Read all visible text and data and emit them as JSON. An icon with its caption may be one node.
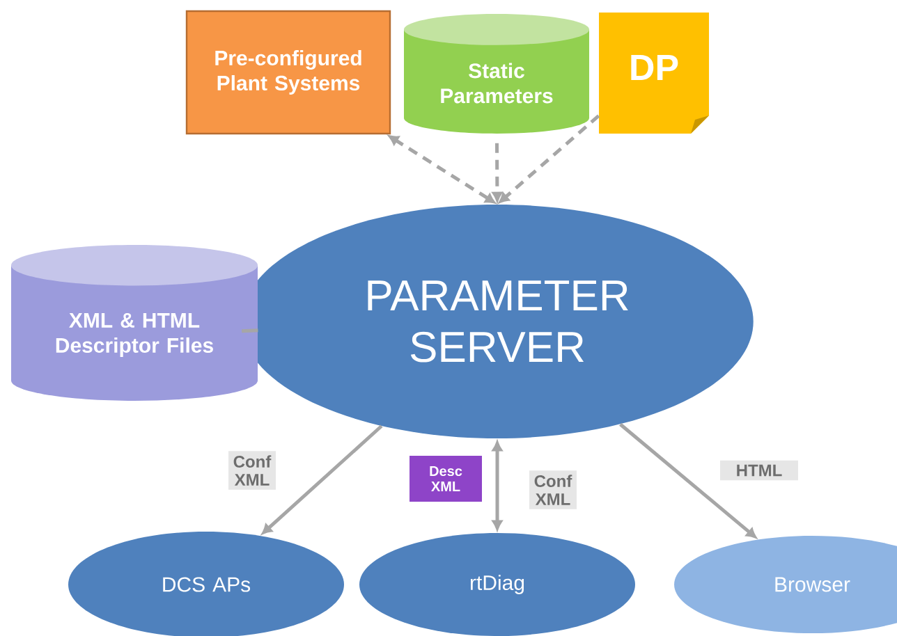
{
  "diagram": {
    "nodes": [
      {
        "text": [
          "Pre-configured Plant Systems"
        ]
      },
      {
        "text": [
          "Static Parameters"
        ]
      },
      {
        "text": [
          "DP"
        ]
      },
      {
        "text": [
          "PARAMETER SERVER"
        ]
      },
      {
        "text": [
          "XML & HTML Descriptor Files"
        ]
      },
      {
        "text": [
          "DCS APs"
        ]
      },
      {
        "text": [
          "rtDiag"
        ]
      },
      {
        "text": [
          "Browser"
        ]
      }
    ],
    "edges": [
      {
        "from": 3,
        "to": 0,
        "arrow": "both",
        "style": "dashed"
      },
      {
        "from": 1,
        "to": 3,
        "arrow": "to",
        "style": "dashed"
      },
      {
        "from": 2,
        "to": 3,
        "arrow": "to",
        "style": "dashed"
      },
      {
        "from": 4,
        "to": 3,
        "arrow": "none"
      },
      {
        "from": 3,
        "to": 5,
        "arrow": "to",
        "label": "Conf XML"
      },
      {
        "from": 3,
        "to": 6,
        "arrow": "both",
        "label": "Conf XML"
      },
      {
        "from": 3,
        "to": 7,
        "arrow": "to",
        "label": "HTML"
      }
    ],
    "labels": [
      "Desc XML"
    ]
  }
}
